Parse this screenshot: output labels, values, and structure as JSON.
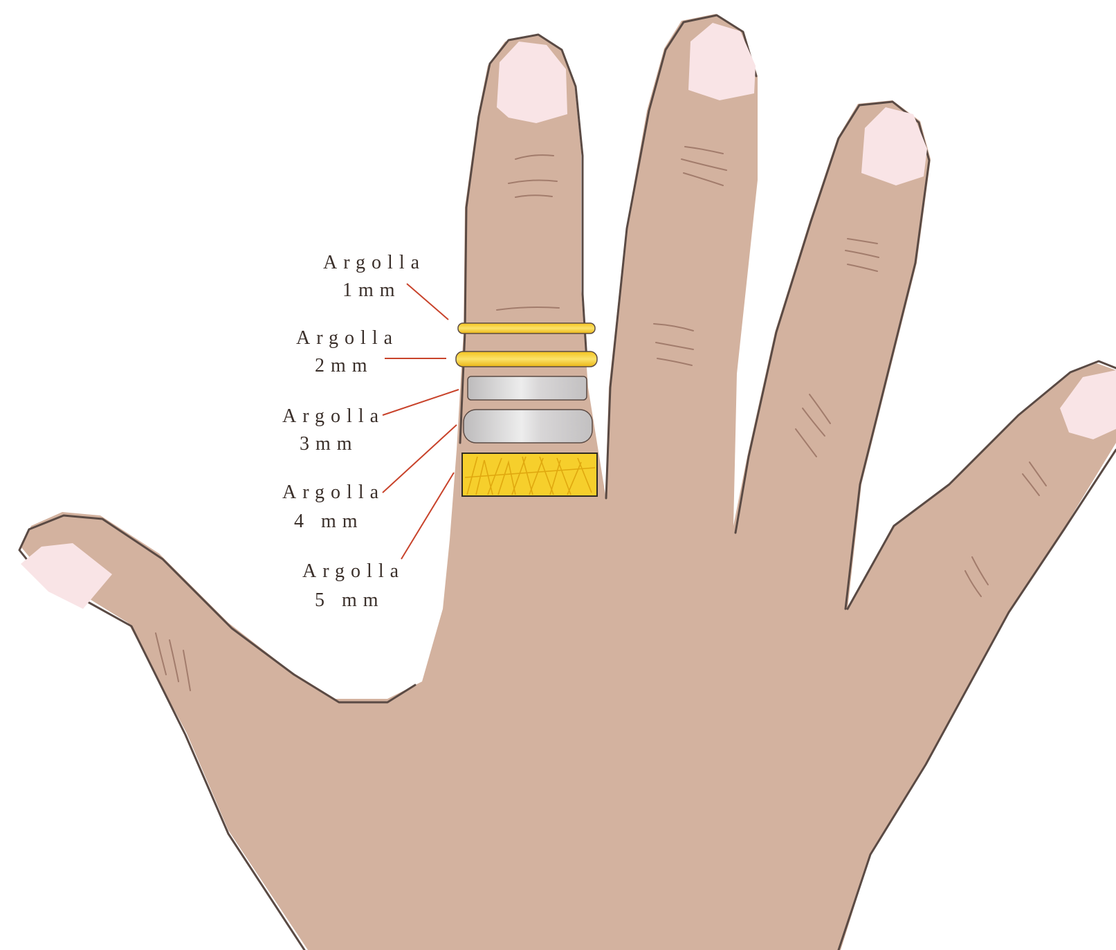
{
  "colors": {
    "skin": "#d3b29f",
    "outline": "#5a4a44",
    "nail": "#f9e4e6",
    "crease": "#a27c6c",
    "gold": "#f6cf2c",
    "gold_dark": "#e0a80f",
    "silver": "#c9c7c8",
    "silver_light": "#ececec",
    "leader": "#c8432b"
  },
  "labels": [
    {
      "name": "Argolla",
      "size": "1mm"
    },
    {
      "name": "Argolla",
      "size": "2mm"
    },
    {
      "name": "Argolla",
      "size": "3mm"
    },
    {
      "name": "Argolla",
      "size": "4 mm"
    },
    {
      "name": "Argolla",
      "size": "5 mm"
    }
  ]
}
